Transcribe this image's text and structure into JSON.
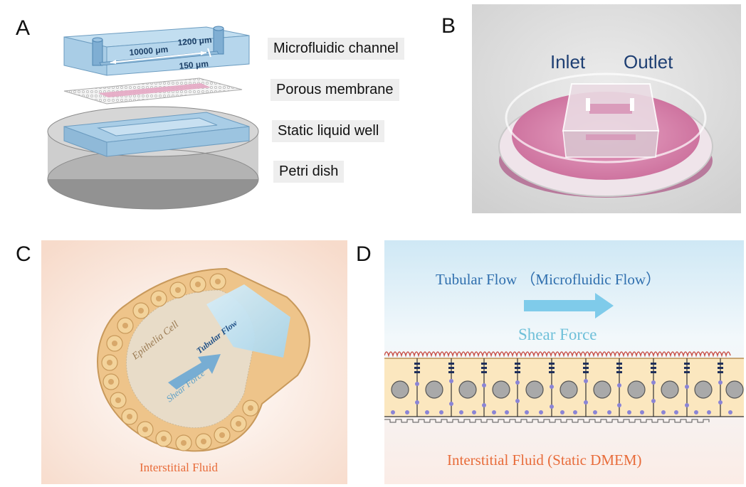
{
  "panels": {
    "a": {
      "letter": "A",
      "dims": {
        "length": "10000 μm",
        "width": "1200 μm",
        "height": "150 μm"
      },
      "layers": [
        "Microfluidic channel",
        "Porous membrane",
        "Static liquid well",
        "Petri dish"
      ]
    },
    "b": {
      "letter": "B",
      "inlet": "Inlet",
      "outlet": "Outlet"
    },
    "c": {
      "letter": "C",
      "epithelia": "Epithelia Cell",
      "tubular_flow": "Tubular Flow",
      "shear_force": "Shear Force",
      "interstitial": "Interstitial Fluid"
    },
    "d": {
      "letter": "D",
      "tubular_flow": "Tubular Flow （Microfluidic Flow）",
      "shear_force": "Shear Force",
      "interstitial": "Interstitial Fluid (Static DMEM)"
    }
  },
  "colors": {
    "channel_blue": "#a9cde6",
    "membrane_pink": "#e5a9c4",
    "dish_gray": "#9a9a9a",
    "flow_text": "#2f6fae",
    "arrow_blue": "#7fcbea",
    "shear_text": "#6fc0d9",
    "interstitial_text": "#e86c3a",
    "cell_tan": "#f1cf8e",
    "nucleus_gray": "#a9a9a9",
    "microvilli_red": "#c9524a",
    "junction_navy": "#1f2f5a",
    "dot_purple": "#8a84d6"
  }
}
